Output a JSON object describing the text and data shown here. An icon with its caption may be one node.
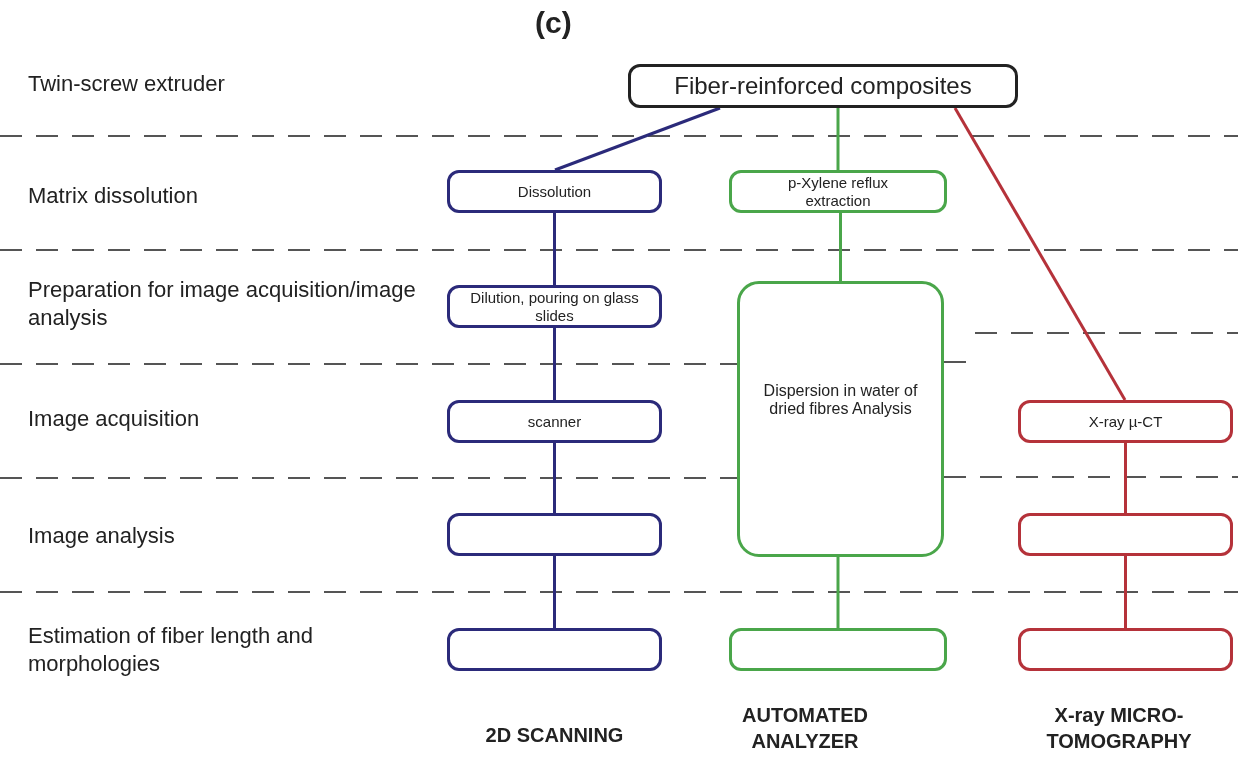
{
  "diagram": {
    "title": "(c)",
    "nodes": [
      {
        "text": [
          "Fiber-reinforced composites"
        ]
      },
      {
        "text": [
          "Dissolution"
        ]
      },
      {
        "text": [
          "p-Xylene reflux extraction"
        ]
      },
      {
        "text": [
          "Dilution, pouring on glass slides"
        ]
      },
      {
        "text": [
          "Dispersion in water of dried fibres Analysis"
        ]
      },
      {
        "text": [
          "scanner"
        ]
      },
      {
        "text": [
          "X-ray µ-CT"
        ]
      },
      {
        "text": [],
        "shape": "box"
      },
      {
        "text": [],
        "shape": "box"
      },
      {
        "text": [],
        "shape": "box"
      },
      {
        "text": [],
        "shape": "box"
      },
      {
        "text": [],
        "shape": "box"
      }
    ],
    "edges": [
      {
        "from": 0,
        "to": 1,
        "arrow": "none",
        "color": "#2b2a7a"
      },
      {
        "from": 0,
        "to": 2,
        "arrow": "none",
        "color": "#4aa64a"
      },
      {
        "from": 0,
        "to": 6,
        "arrow": "none",
        "color": "#b5323a"
      },
      {
        "from": 1,
        "to": 3,
        "arrow": "none",
        "color": "#2b2a7a"
      },
      {
        "from": 3,
        "to": 5,
        "arrow": "none",
        "color": "#2b2a7a"
      },
      {
        "from": 5,
        "to": 7,
        "arrow": "none",
        "color": "#2b2a7a"
      },
      {
        "from": 7,
        "to": 9,
        "arrow": "none",
        "color": "#2b2a7a"
      },
      {
        "from": 2,
        "to": 4,
        "arrow": "none",
        "color": "#4aa64a"
      },
      {
        "from": 4,
        "to": 10,
        "arrow": "none",
        "color": "#4aa64a"
      },
      {
        "from": 6,
        "to": 8,
        "arrow": "none",
        "color": "#b5323a"
      },
      {
        "from": 8,
        "to": 11,
        "arrow": "none",
        "color": "#b5323a"
      }
    ],
    "labels": [
      "Twin-screw extruder",
      "Matrix dissolution",
      "Preparation for image acquisition/image analysis",
      "Image acquisition",
      "Image analysis",
      "Estimation of fiber length and morphologies",
      "2D SCANNING",
      "AUTOMATED ANALYZER",
      "X-ray MICRO-TOMOGRAPHY"
    ]
  }
}
